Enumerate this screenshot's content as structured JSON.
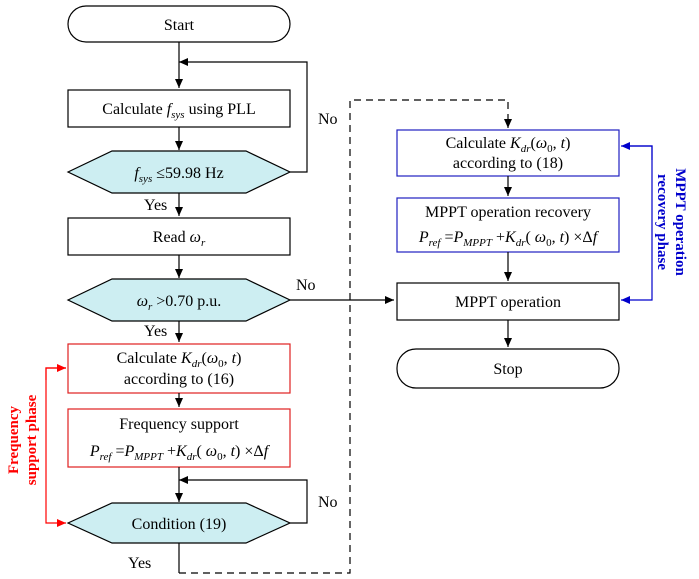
{
  "nodes": {
    "start": "Start",
    "calc_fsys_pre": "Calculate ",
    "calc_fsys_var": "f",
    "calc_fsys_sub": "sys",
    "calc_fsys_post": " using PLL",
    "cond_fsys_var": "f",
    "cond_fsys_sub": "sys",
    "cond_fsys_post": " ≤59.98 Hz",
    "read_pre": "Read ",
    "read_var": "ω",
    "read_sub": "r",
    "cond_omega_var": "ω",
    "cond_omega_sub": "r",
    "cond_omega_post": " >0.70 p.u.",
    "calc_k16_line1_pre": "Calculate ",
    "calc_k16_K": "K",
    "calc_k16_Ksub": "dr",
    "calc_k16_args_open": "(",
    "calc_k16_omega": "ω",
    "calc_k16_zero": "0",
    "calc_k16_args_mid": ", ",
    "calc_k16_t": "t",
    "calc_k16_args_close": ")",
    "calc_k16_line2": "according to (16)",
    "freq_support_title": "Frequency support",
    "eq_P": "P",
    "eq_ref": "ref",
    "eq_eq": " =",
    "eq_P2": "P",
    "eq_mppt": "MPPT",
    "eq_plus": " +",
    "eq_K": "K",
    "eq_dr": "dr",
    "eq_open": "( ",
    "eq_omega": "ω",
    "eq_zero": "0",
    "eq_comma": ", ",
    "eq_t": "t",
    "eq_close": ") ×Δ",
    "eq_f": "f",
    "condition19": "Condition (19)",
    "calc_k18_line1_pre": "Calculate ",
    "calc_k18_K": "K",
    "calc_k18_Ksub": "dr",
    "calc_k18_open": "(",
    "calc_k18_omega": "ω",
    "calc_k18_zero": "0",
    "calc_k18_mid": ", ",
    "calc_k18_t": "t",
    "calc_k18_close": ")",
    "calc_k18_line2": "according to (18)",
    "mppt_recovery_title": "MPPT operation recovery",
    "mppt_operation": "MPPT operation",
    "stop": "Stop"
  },
  "edge_labels": {
    "no_fsys": "No",
    "yes_fsys": "Yes",
    "no_omega": "No",
    "yes_omega": "Yes",
    "no_cond19": "No",
    "yes_cond19": "Yes"
  },
  "phases": {
    "frequency_support_line1": "Frequency",
    "frequency_support_line2": "support phase",
    "mppt_recovery_line1": "MPPT operation",
    "mppt_recovery_line2": "recovery phase",
    "red": "#ff0000",
    "blue": "#0000cc"
  },
  "colors": {
    "diamond_fill": "#cdeef2",
    "red_box": "#e02020",
    "blue_box": "#2020c0"
  }
}
